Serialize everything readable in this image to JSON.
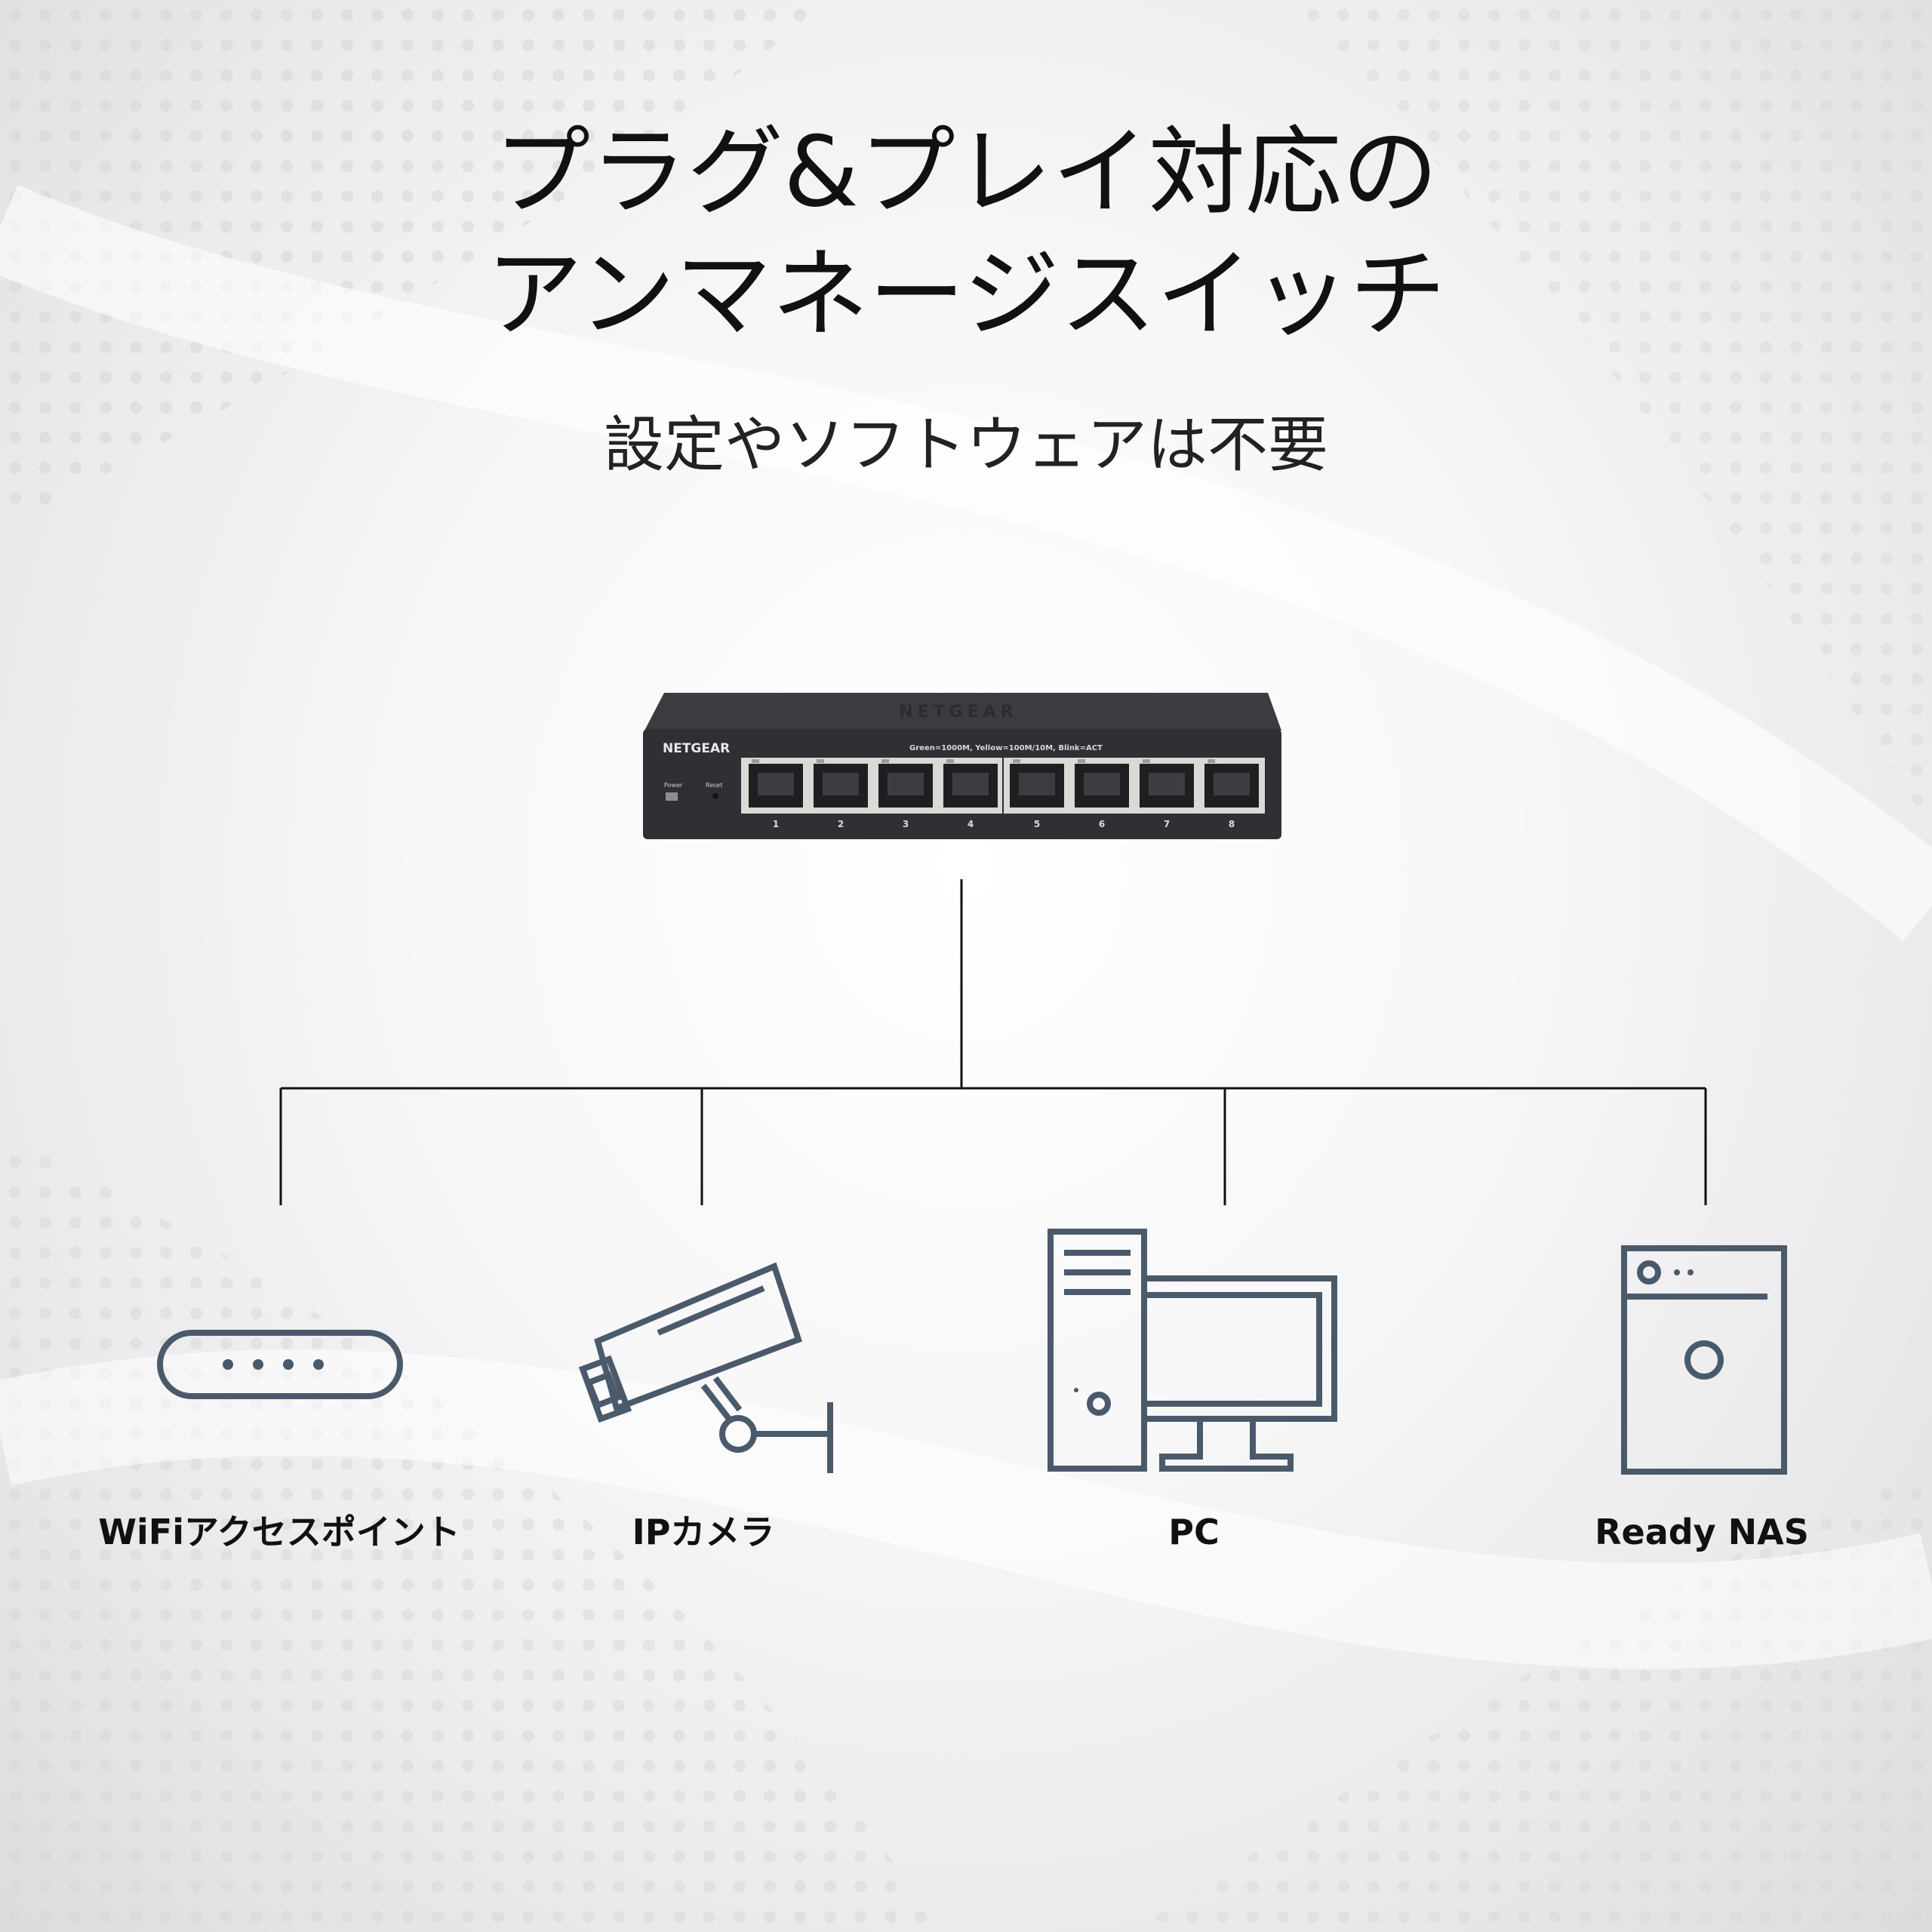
{
  "heading": {
    "line1": "プラグ&プレイ対応の",
    "line2": "アンマネージスイッチ",
    "subtitle": "設定やソフトウェアは不要"
  },
  "switch": {
    "brand": "NETGEAR",
    "top_brand": "NETGEAR",
    "led_legend": "Green=1000M, Yellow=100M/10M, Blink=ACT",
    "power_label": "Power",
    "reset_label": "Reset",
    "port_numbers": [
      "1",
      "2",
      "3",
      "4",
      "5",
      "6",
      "7",
      "8"
    ]
  },
  "devices": [
    {
      "label": "WiFiアクセスポイント",
      "icon": "wifi-access-point-icon"
    },
    {
      "label": "IPカメラ",
      "icon": "ip-camera-icon"
    },
    {
      "label": "PC",
      "icon": "pc-icon"
    },
    {
      "label": "Ready NAS",
      "icon": "nas-icon"
    }
  ],
  "colors": {
    "icon_stroke": "#4a5a6a",
    "line": "#111111",
    "switch_body": "#2e3033"
  }
}
